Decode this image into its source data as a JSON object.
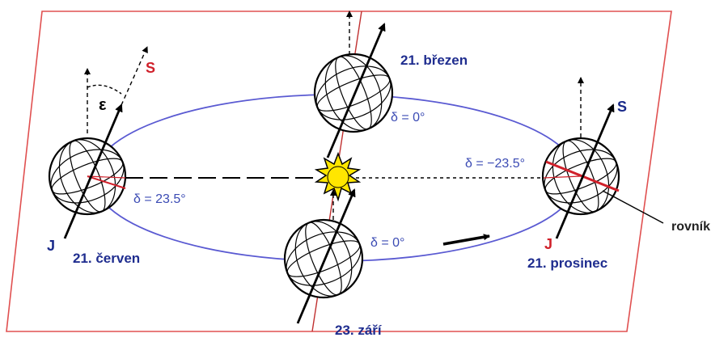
{
  "positions": {
    "june": {
      "label": "21. červen",
      "delta": "δ = 23.5°"
    },
    "march": {
      "label": "21. březen",
      "delta": "δ = 0°"
    },
    "december": {
      "label": "21. prosinec",
      "delta": "δ = −23.5°"
    },
    "september": {
      "label": "23. září",
      "delta": "δ = 0°"
    }
  },
  "labels": {
    "north": "S",
    "south": "J",
    "epsilon": "ε",
    "equator": "rovník"
  },
  "colors": {
    "plane_border": "#e05050",
    "orbit": "#5a5ad2",
    "sun": "#ffe600",
    "equator_line": "#d0202a",
    "label_blue": "#1f2d8f"
  }
}
